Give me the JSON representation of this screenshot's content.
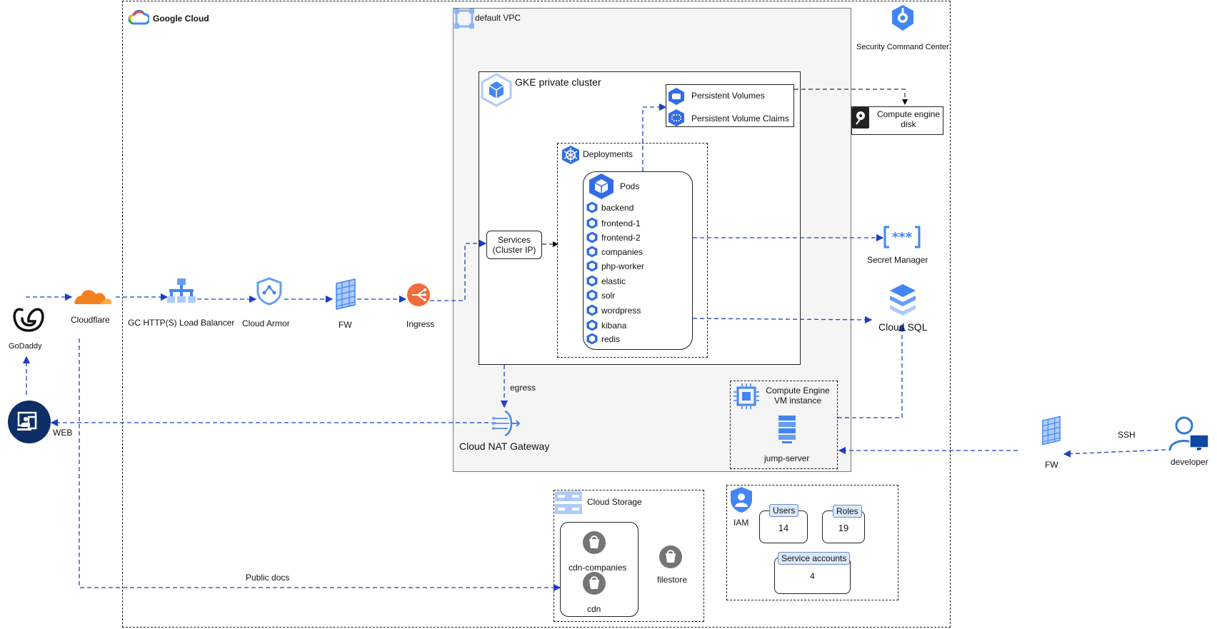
{
  "google_cloud": {
    "title": "Google Cloud"
  },
  "vpc": {
    "title": "default VPC"
  },
  "security": {
    "label": "Security Command Center"
  },
  "gke": {
    "title": "GKE private cluster"
  },
  "volumes": {
    "pv": "Persistent Volumes",
    "pvc": "Persistent Volume Claims"
  },
  "disk": {
    "line1": "Compute engine",
    "line2": "disk"
  },
  "deployments": {
    "title": "Deployments"
  },
  "pods": {
    "title": "Pods",
    "items": [
      "backend",
      "frontend-1",
      "frontend-2",
      "companies",
      "php-worker",
      "elastic",
      "solr",
      "wordpress",
      "kibana",
      "redis"
    ]
  },
  "services": {
    "line1": "Services",
    "line2": "(Cluster IP)"
  },
  "secret_manager": {
    "label": "Secret Manager"
  },
  "cloud_sql": {
    "label": "Cloud SQL"
  },
  "edge": {
    "godaddy": "GoDaddy",
    "cloudflare": "Cloudflare",
    "lb": "GC HTTP(S) Load Balancer",
    "armor": "Cloud Armor",
    "fw": "FW",
    "ingress": "Ingress"
  },
  "client": {
    "web": "WEB"
  },
  "nat": {
    "label": "Cloud NAT Gateway",
    "egress": "egress"
  },
  "vm": {
    "line1": "Compute Engine",
    "line2": "VM instance",
    "server": "jump-server"
  },
  "developer": {
    "label": "developer",
    "ssh": "SSH",
    "fw": "FW"
  },
  "storage": {
    "title": "Cloud Storage",
    "buckets": [
      "cdn-companies",
      "cdn",
      "filestore"
    ],
    "public_docs": "Public docs"
  },
  "iam": {
    "label": "IAM",
    "users_label": "Users",
    "users_count": "14",
    "roles_label": "Roles",
    "roles_count": "19",
    "sa_label": "Service accounts",
    "sa_count": "4"
  },
  "colors": {
    "blue": "#4285f4",
    "navy": "#0d2f66",
    "orange": "#f48120",
    "wire": "#1f3fbf"
  }
}
